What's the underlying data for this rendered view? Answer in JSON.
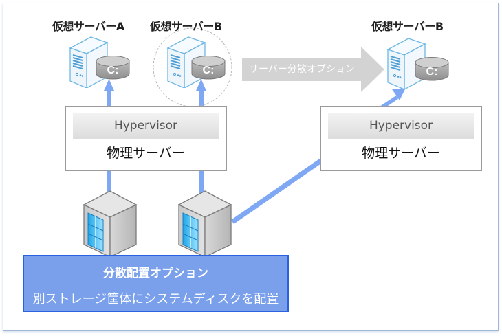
{
  "virtual_servers": [
    {
      "label": "仮想サーバーA",
      "disk_label": "C:",
      "highlighted": false
    },
    {
      "label": "仮想サーバーB",
      "disk_label": "C:",
      "highlighted": true
    },
    {
      "label": "仮想サーバーB",
      "disk_label": "C:",
      "highlighted": false
    }
  ],
  "physical_servers": [
    {
      "hypervisor_label": "Hypervisor",
      "label": "物理サーバー"
    },
    {
      "hypervisor_label": "Hypervisor",
      "label": "物理サーバー"
    }
  ],
  "migration_arrow": {
    "label": "サーバー分散オプション"
  },
  "storage_option": {
    "title": "分散配置オプション",
    "description": "別ストレージ筐体にシステムディスクを配置"
  },
  "colors": {
    "connector": "#7fa8f4",
    "option_fill": "#7aa0ec",
    "option_border": "#2a62e0",
    "migration_arrow": "#d3d3d3",
    "frame_border": "#9fb6d4"
  }
}
